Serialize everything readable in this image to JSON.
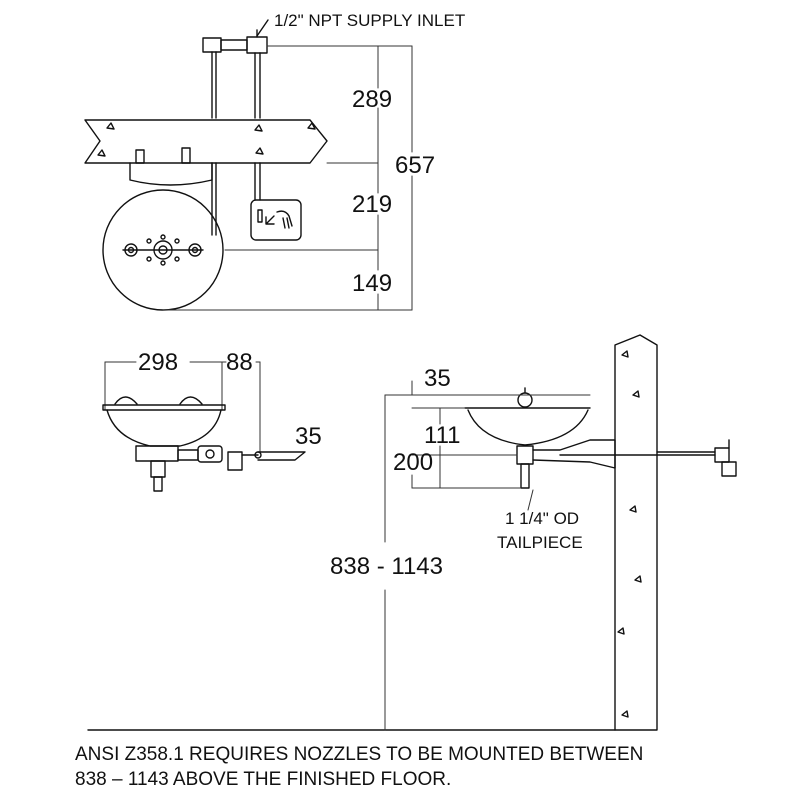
{
  "title": "",
  "labels": {
    "supply_inlet": "1/2\" NPT SUPPLY INLET",
    "tailpiece_line1": "1 1/4\" OD",
    "tailpiece_line2": "TAILPIECE"
  },
  "dimensions": {
    "top_289": "289",
    "top_219": "219",
    "top_149": "149",
    "top_657": "657",
    "left_298": "298",
    "left_88": "88",
    "left_35": "35",
    "side_35": "35",
    "side_111": "111",
    "side_200": "200",
    "floor_range": "838 - 1143"
  },
  "note": {
    "line1": "ANSI Z358.1 REQUIRES NOZZLES TO BE MOUNTED BETWEEN",
    "line2": "838 – 1143 ABOVE THE FINISHED FLOOR."
  },
  "icons": [
    "hand-push-icon",
    "wall-hatch-arrow-icon"
  ],
  "colors": {
    "line": "#111111",
    "dim": "#222222",
    "background": "#ffffff"
  }
}
